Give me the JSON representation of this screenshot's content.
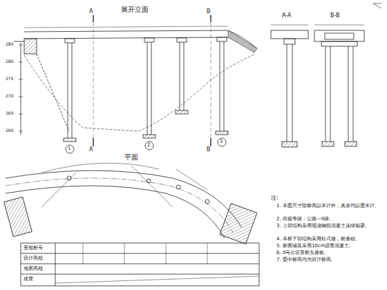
{
  "diagram": {
    "labels": [
      "展开立面",
      "A",
      "A",
      "B",
      "B",
      "A-A",
      "B-B",
      "平面",
      "注:",
      "1. 本图尺寸除标高以米计外，其余均以厘米计。",
      "2. 荷载等级：公路—II级。",
      "3. 上部结构采用现浇钢筋混凝土连续箱梁。",
      "4. 本桥下部结构采用柱式墩，桩基础。",
      "5. 桥面铺装采用10cm沥青混凝土。",
      "6. 0号台设置桥头搭板。",
      "7. 图中标高均为设计标高。",
      "285",
      "280",
      "275",
      "270",
      "265",
      "260",
      "1",
      "2",
      "3",
      "里程桩号",
      "设计高程",
      "地面高程",
      "坡度"
    ]
  }
}
